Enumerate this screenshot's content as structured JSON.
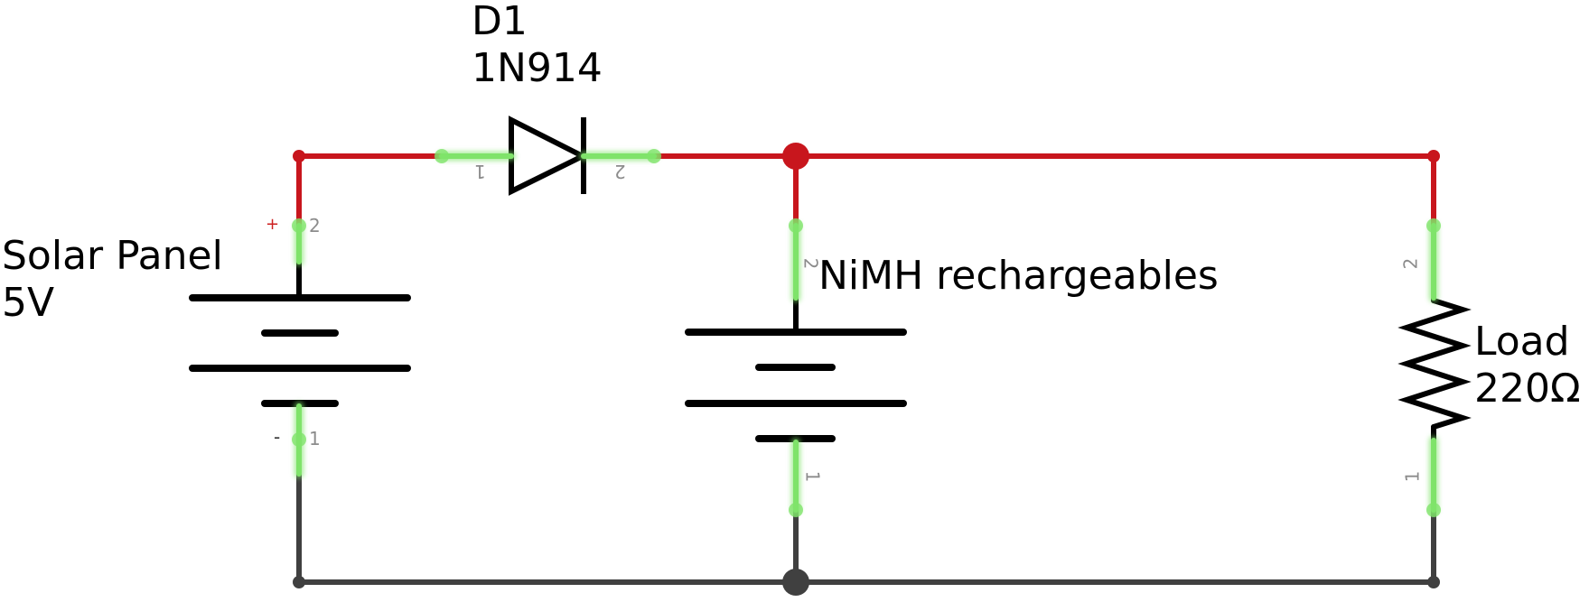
{
  "components": {
    "diode": {
      "ref": "D1",
      "part": "1N914",
      "pin_a": "1",
      "pin_b": "2"
    },
    "solar_panel": {
      "name": "Solar Panel",
      "value": "5V",
      "pin_pos": "2",
      "pin_neg": "1",
      "plus_sign": "+",
      "minus_sign": "-"
    },
    "battery": {
      "name": "NiMH rechargeables",
      "pin_pos": "2",
      "pin_neg": "1"
    },
    "load": {
      "name": "Load",
      "value": "220Ω",
      "pin_top": "2",
      "pin_bottom": "1"
    }
  },
  "colors": {
    "positive_wire": "#c8161d",
    "ground_wire": "#404040",
    "component": "#000000",
    "pin_highlight": "#7fe36a"
  }
}
